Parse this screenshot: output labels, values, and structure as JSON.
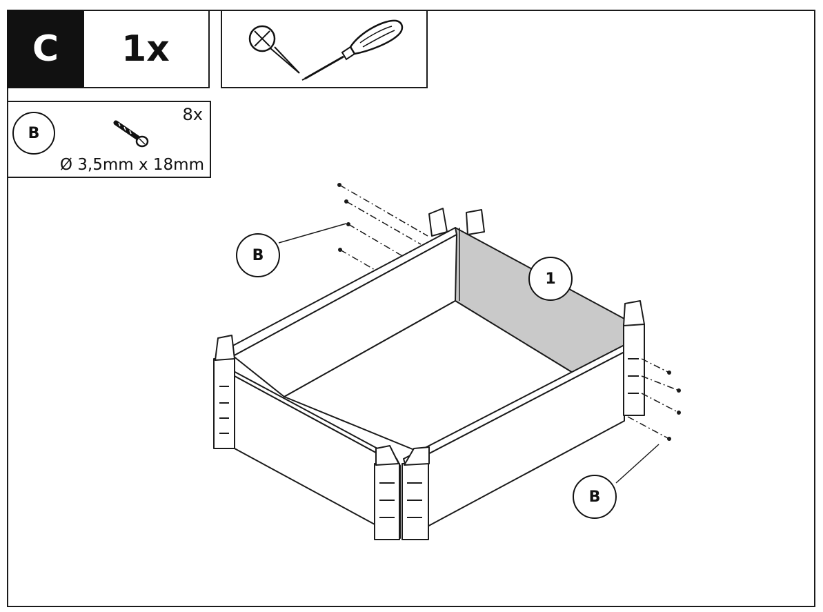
{
  "step": {
    "letter": "C",
    "quantity": "1x"
  },
  "tools": {
    "items": [
      "no-power-tool-icon",
      "screwdriver-icon"
    ]
  },
  "parts": [
    {
      "id": "B",
      "count": "8x",
      "size": "Ø 3,5mm x 18mm",
      "icon": "screw-icon"
    }
  ],
  "callouts": [
    {
      "label": "B"
    },
    {
      "label": "1"
    },
    {
      "label": "B"
    }
  ],
  "colors": {
    "line": "#1a1a1a",
    "shaded_panel": "#c9c9c9",
    "header_fill": "#111111"
  }
}
